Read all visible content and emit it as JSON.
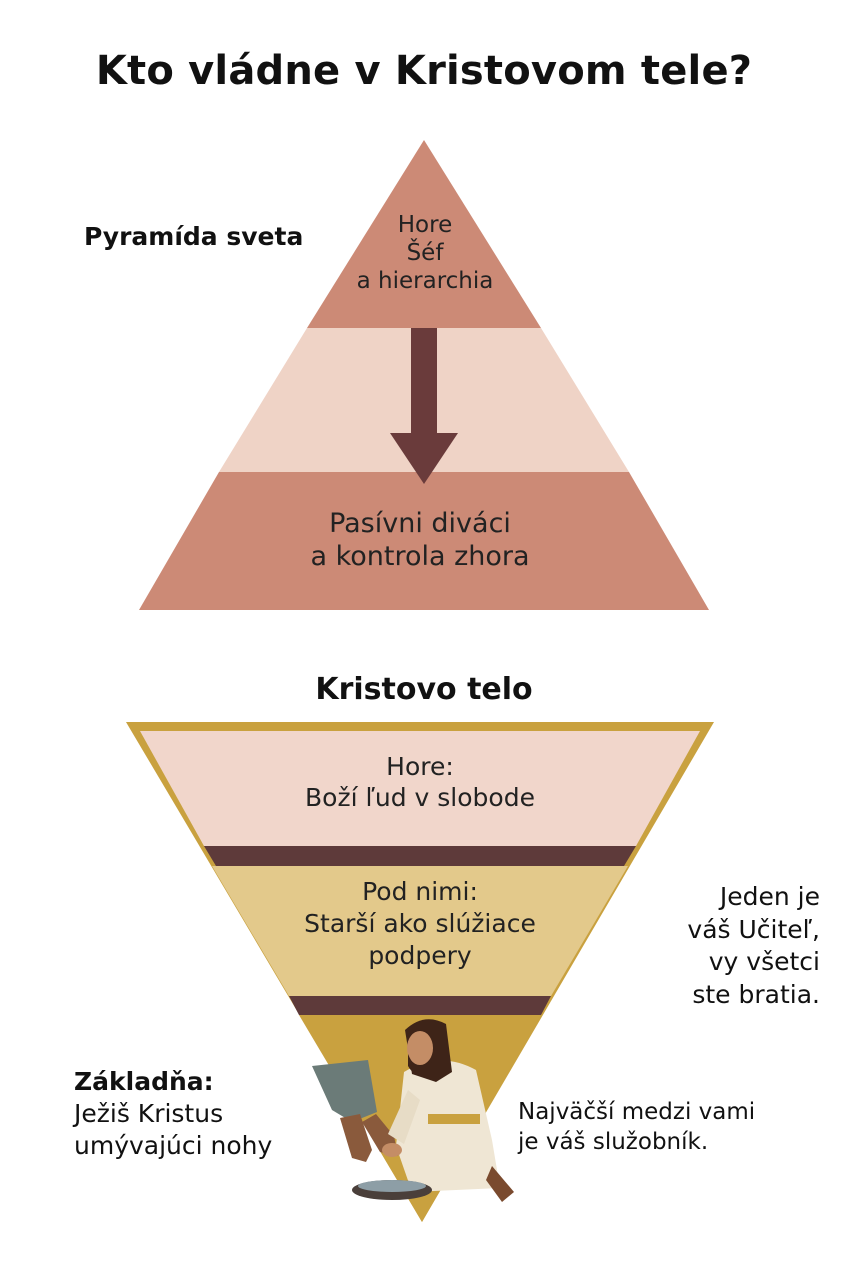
{
  "title": "Kto vládne v Kristovom tele?",
  "world": {
    "label": "Pyramída sveta",
    "top_lines": [
      "Hore",
      "Šéf",
      "a hierarchia"
    ],
    "bottom_lines": [
      "Pasívni diváci",
      "a kontrola zhora"
    ]
  },
  "body": {
    "label": "Kristovo telo",
    "top_lines": [
      "Hore:",
      "Boží ľud v slobode"
    ],
    "middle_lines": [
      "Pod nimi:",
      "Starší ako slúžiace",
      "podpery"
    ],
    "base_title": "Základňa:",
    "base_lines": [
      "Ježiš Kristus",
      "umývajúci nohy"
    ]
  },
  "quotes": {
    "teacher_lines": [
      "Jeden je",
      "váš Učiteľ,",
      "vy všetci",
      "ste bratia."
    ],
    "servant_lines": [
      "Najväčší medzi vami",
      "je váš služobník."
    ]
  },
  "colors": {
    "world_dark": "#cc8a76",
    "world_light": "#efd3c6",
    "arrow": "#6a3b3b",
    "body_pink": "#f1d6cb",
    "body_tan": "#e3c98b",
    "body_gold": "#c9a13f",
    "separator": "#5e3a3a"
  }
}
